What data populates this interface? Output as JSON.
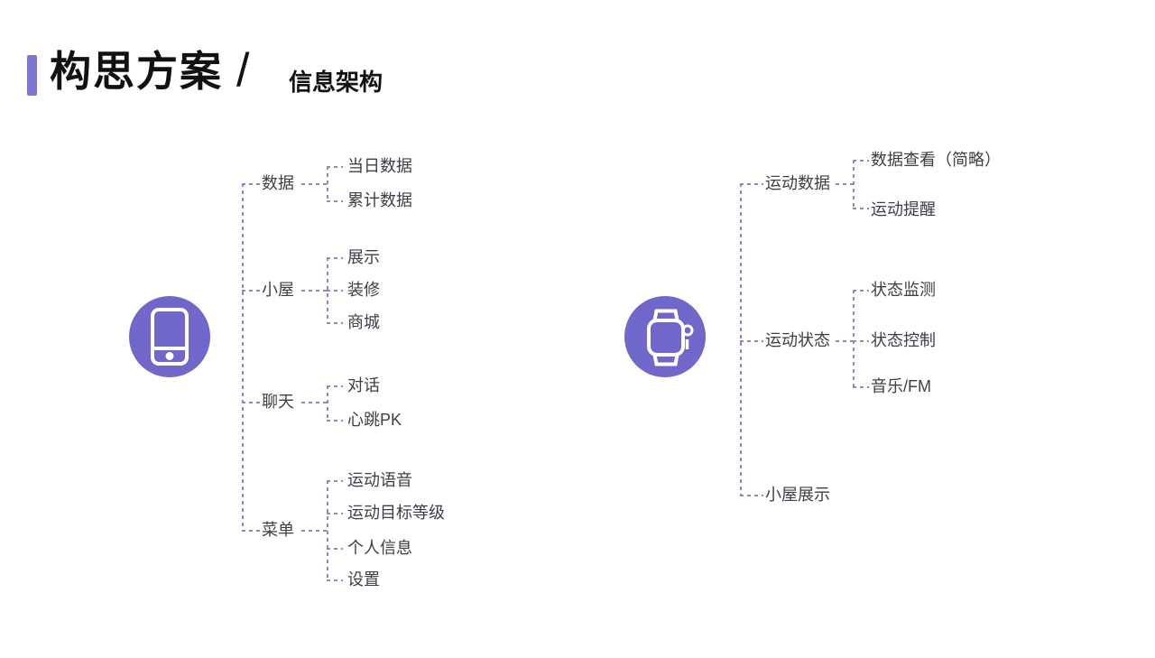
{
  "title": {
    "main": "构思方案",
    "separator": "/",
    "sub": "信息架构"
  },
  "colors": {
    "accent": "#7E77D1",
    "icon-bg": "#6F67C9",
    "line": "#8D8BBD",
    "text": "#3E3E46",
    "title-text": "#111111"
  },
  "trees": {
    "phone": {
      "icon": "phone-icon",
      "branches": [
        {
          "label": "数据",
          "children": [
            "当日数据",
            "累计数据"
          ]
        },
        {
          "label": "小屋",
          "children": [
            "展示",
            "装修",
            "商城"
          ]
        },
        {
          "label": "聊天",
          "children": [
            "对话",
            "心跳PK"
          ]
        },
        {
          "label": "菜单",
          "children": [
            "运动语音",
            "运动目标等级",
            "个人信息",
            "设置"
          ]
        }
      ]
    },
    "watch": {
      "icon": "watch-icon",
      "branches": [
        {
          "label": "运动数据",
          "children": [
            "数据查看（简略）",
            "运动提醒"
          ]
        },
        {
          "label": "运动状态",
          "children": [
            "状态监测",
            "状态控制",
            "音乐/FM"
          ]
        },
        {
          "label": "小屋展示",
          "children": []
        }
      ]
    }
  }
}
